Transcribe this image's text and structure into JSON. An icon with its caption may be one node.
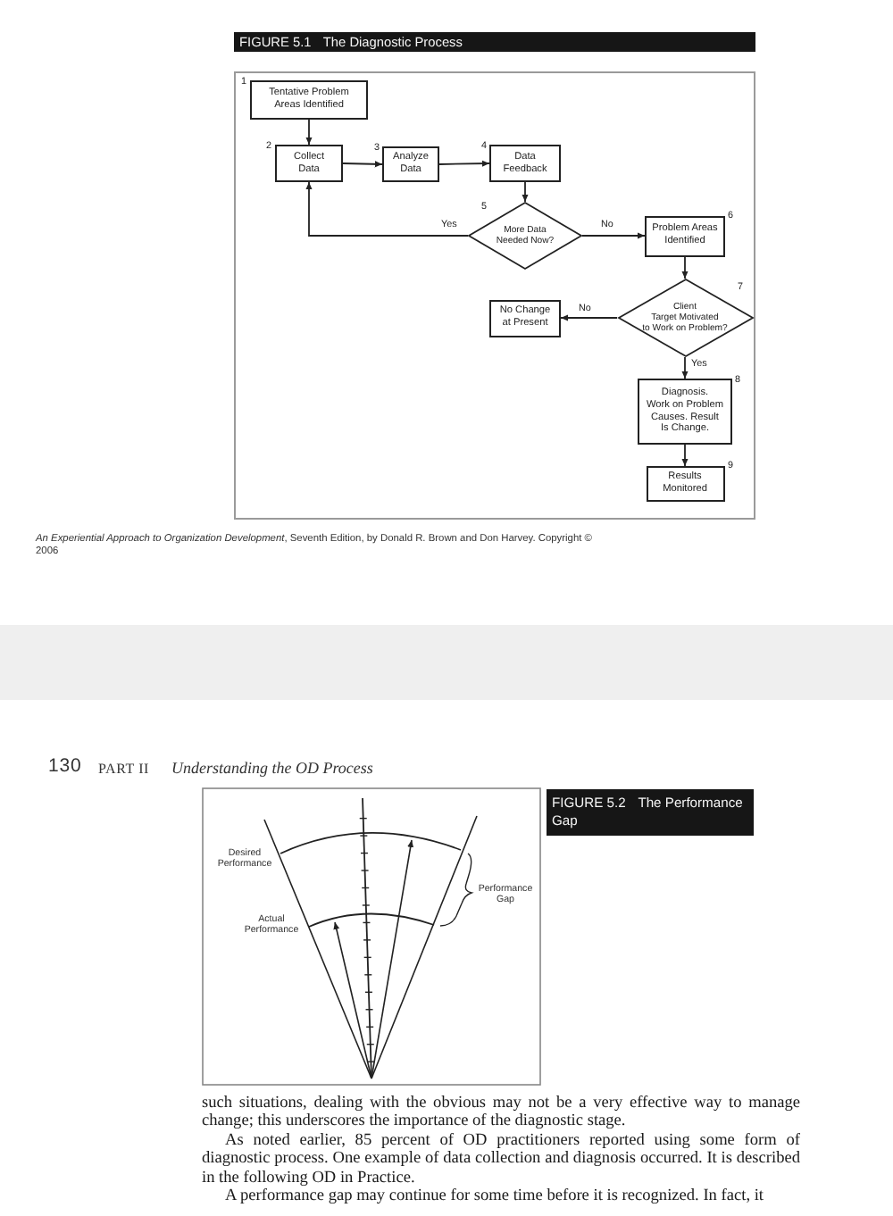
{
  "diagram": {
    "caption": "*An Experiential Approach to Organization Development*, Seventh Edition, by Donald R. Brown and Don Harvey. Copyright © 2006",
    "nodes": [
      {
        "text": [
          "FIGURE 5.1",
          "The Diagnostic Process"
        ]
      },
      {
        "text": [
          "Tentative Problem Areas Identified"
        ],
        "beside": [
          "1"
        ]
      },
      {
        "text": [
          "Collect Data"
        ],
        "beside": [
          "2"
        ]
      },
      {
        "text": [
          "Analyze Data"
        ],
        "beside": [
          "3"
        ]
      },
      {
        "text": [
          "Data Feedback"
        ],
        "beside": [
          "4"
        ]
      },
      {
        "text": [
          "More Data Needed Now?"
        ],
        "beside": [
          "5"
        ]
      },
      {
        "text": [
          "Problem Areas Identified"
        ],
        "beside": [
          "6"
        ]
      },
      {
        "text": [
          "Client Target Motivated to Work on Problem?"
        ],
        "beside": [
          "7"
        ]
      },
      {
        "text": [
          "No Change at Present"
        ]
      },
      {
        "text": [
          "Diagnosis. Work on Problem Causes. Result Is Change."
        ],
        "beside": [
          "8"
        ]
      },
      {
        "text": [
          "Results Monitored"
        ],
        "beside": [
          "9"
        ]
      },
      {
        "text": [
          "FIGURE 5.2",
          "The Performance Gap"
        ]
      }
    ],
    "edges": [
      {
        "from": 1,
        "to": 2,
        "arrow": "to"
      },
      {
        "from": 2,
        "to": 3,
        "arrow": "to"
      },
      {
        "from": 3,
        "to": 4,
        "arrow": "to"
      },
      {
        "from": 4,
        "to": 5,
        "arrow": "to"
      },
      {
        "from": 5,
        "to": 2,
        "arrow": "to",
        "label": "Yes"
      },
      {
        "from": 5,
        "to": 6,
        "arrow": "to",
        "label": "No"
      },
      {
        "from": 6,
        "to": 7,
        "arrow": "to"
      },
      {
        "from": 7,
        "to": 8,
        "arrow": "to",
        "label": "No"
      },
      {
        "from": 7,
        "to": 9,
        "arrow": "to",
        "label": "Yes"
      },
      {
        "from": 9,
        "to": 10,
        "arrow": "to"
      }
    ],
    "labels": [
      "130",
      "PART II",
      "Understanding the OD Process",
      "Desired Performance",
      "Actual Performance",
      "Performance Gap",
      "such situations, dealing with the obvious may not be a very effective way to manage change; this underscores the importance of the diagnostic stage.",
      "As noted earlier, 85 percent of OD practitioners reported using some form of diagnostic process. One example of data collection and diagnosis occurred. It is described in the following OD in Practice.",
      "A performance gap may continue for some time before it is recognized. In fact, it"
    ]
  }
}
